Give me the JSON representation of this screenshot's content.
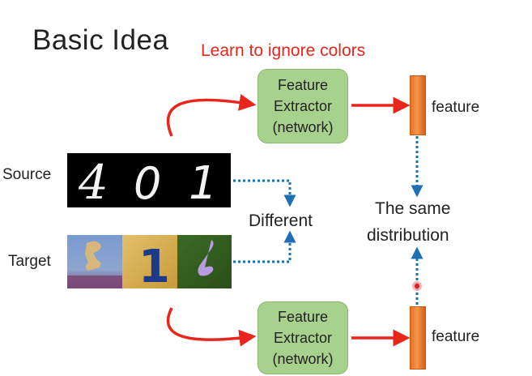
{
  "slide": {
    "title": "Basic Idea",
    "subtitle": "Learn to ignore colors"
  },
  "extractor_top": {
    "line1": "Feature",
    "line2": "Extractor",
    "line3": "(network)"
  },
  "extractor_bottom": {
    "line1": "Feature",
    "line2": "Extractor",
    "line3": "(network)"
  },
  "feature_top_label": "feature",
  "feature_bottom_label": "feature",
  "source_label": "Source",
  "target_label": "Target",
  "different_label": "Different",
  "same_distribution": {
    "line1": "The same",
    "line2": "distribution"
  },
  "source_digits": [
    "4",
    "0",
    "1"
  ],
  "target_digits": [
    "1"
  ],
  "colors": {
    "accent_red": "#e8261c",
    "arrow_blue": "#1f6fb5",
    "box_green": "#a9d18e",
    "feature_orange": "#e8731f"
  }
}
